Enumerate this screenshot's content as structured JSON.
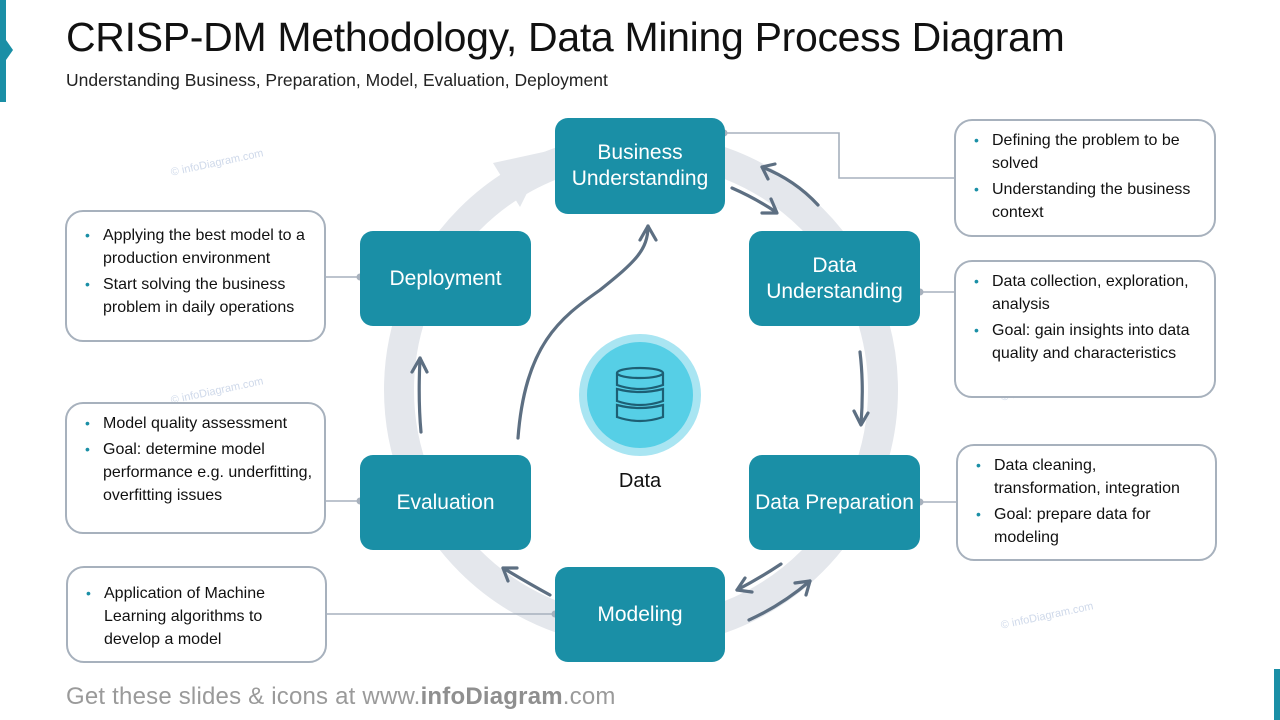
{
  "header": {
    "title": "CRISP-DM Methodology, Data Mining Process Diagram",
    "subtitle": "Understanding Business, Preparation, Model, Evaluation, Deployment"
  },
  "colors": {
    "stage_fill": "#1a8fa6",
    "ring": "#e4e7ec",
    "arrow": "#5d6f82",
    "note_border": "#a7b1bd",
    "bullet": "#1a8fa6",
    "data_circle": "#56cfe6"
  },
  "center": {
    "icon": "database-icon",
    "label": "Data"
  },
  "stages": [
    {
      "id": "business-understanding",
      "label": "Business Understanding",
      "notes": [
        "Defining the problem to be solved",
        "Understanding the business context"
      ]
    },
    {
      "id": "data-understanding",
      "label": "Data Understanding",
      "notes": [
        "Data collection, exploration, analysis",
        "Goal: gain insights into data quality and characteristics"
      ]
    },
    {
      "id": "data-preparation",
      "label": "Data Preparation",
      "notes": [
        "Data cleaning, transformation, integration",
        "Goal: prepare data for modeling"
      ]
    },
    {
      "id": "modeling",
      "label": "Modeling",
      "notes": [
        "Application of Machine Learning algorithms to develop a model"
      ]
    },
    {
      "id": "evaluation",
      "label": "Evaluation",
      "notes": [
        "Model quality assessment",
        "Goal: determine model performance e.g. underfitting, overfitting issues"
      ]
    },
    {
      "id": "deployment",
      "label": "Deployment",
      "notes": [
        "Applying the best model to a production environment",
        "Start solving the business problem in daily operations"
      ]
    }
  ],
  "watermark": "© infoDiagram.com",
  "footer": {
    "prefix": "Get these slides & icons at www.",
    "brand": "infoDiagram",
    "suffix": ".com"
  }
}
